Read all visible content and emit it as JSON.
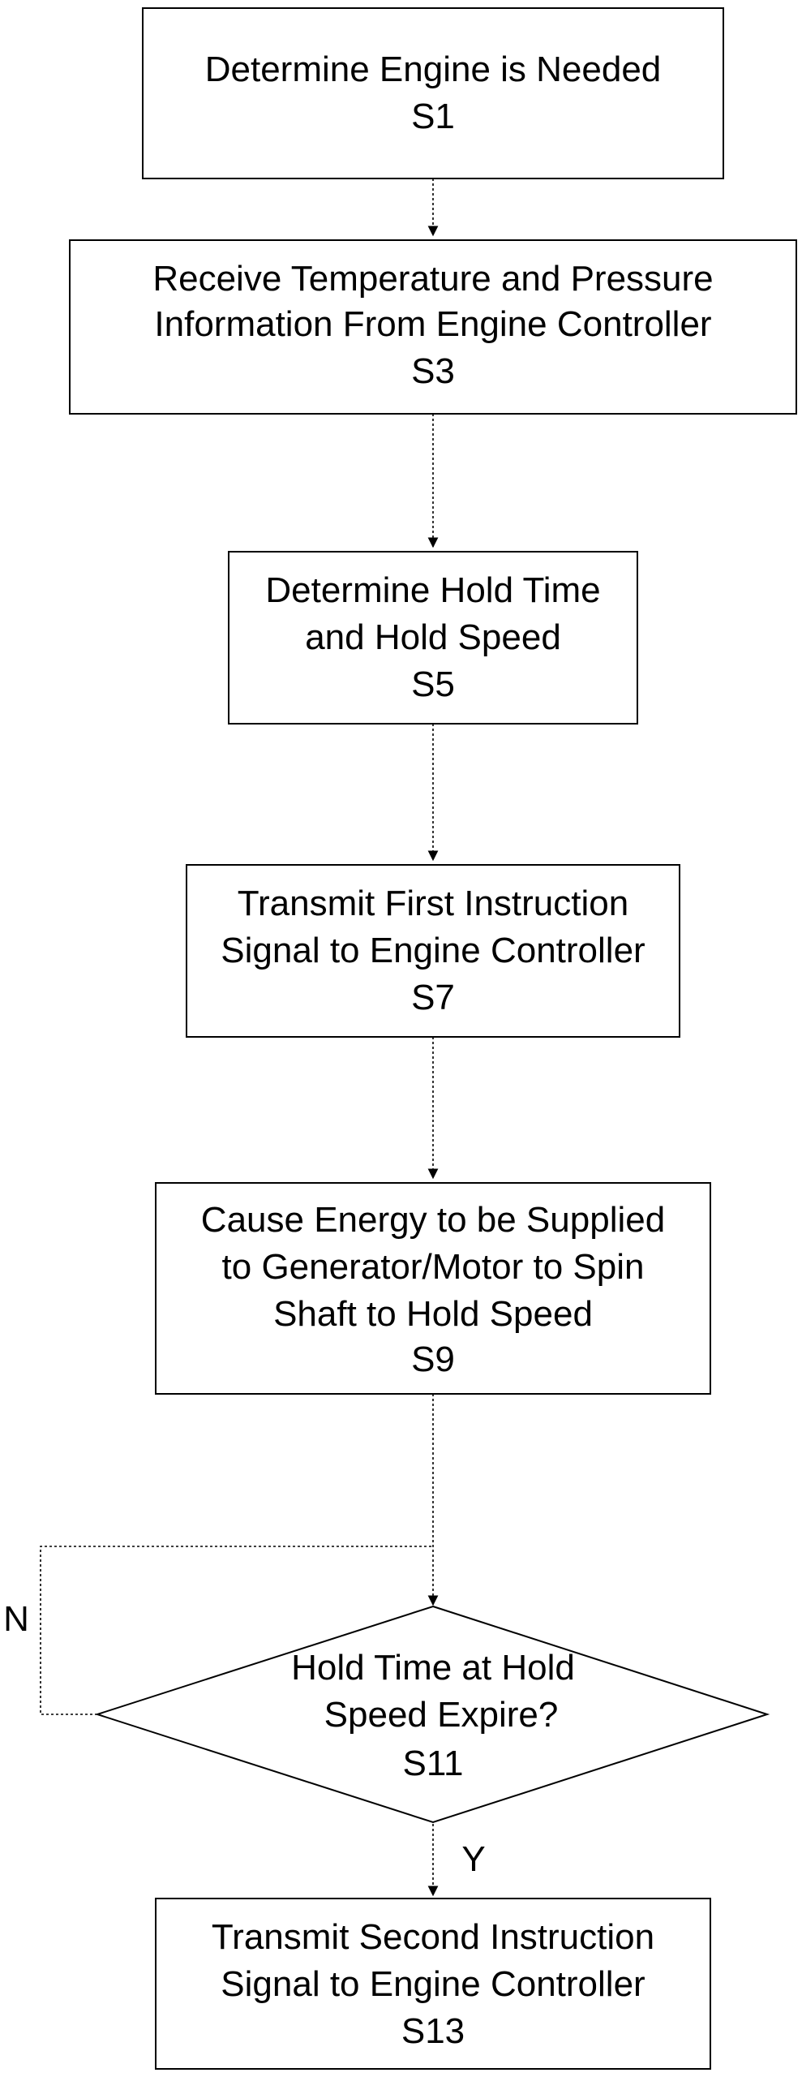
{
  "nodes": [
    {
      "id": "s1",
      "lines": [
        "Determine Engine is Needed",
        "S1"
      ]
    },
    {
      "id": "s3",
      "lines": [
        "Receive Temperature and Pressure",
        "Information From Engine Controller",
        "S3"
      ]
    },
    {
      "id": "s5",
      "lines": [
        "Determine Hold Time",
        "and Hold Speed",
        "S5"
      ]
    },
    {
      "id": "s7",
      "lines": [
        "Transmit First Instruction",
        "Signal to Engine Controller",
        "S7"
      ]
    },
    {
      "id": "s9",
      "lines": [
        "Cause Energy to be Supplied",
        "to Generator/Motor to Spin",
        "Shaft to Hold Speed",
        "S9"
      ]
    },
    {
      "id": "s11",
      "lines": [
        "Hold Time at Hold",
        "Speed Expire?",
        "S11"
      ]
    },
    {
      "id": "s13",
      "lines": [
        "Transmit Second Instruction",
        "Signal to Engine Controller",
        "S13"
      ]
    }
  ],
  "edge_labels": {
    "no": "N",
    "yes": "Y"
  }
}
